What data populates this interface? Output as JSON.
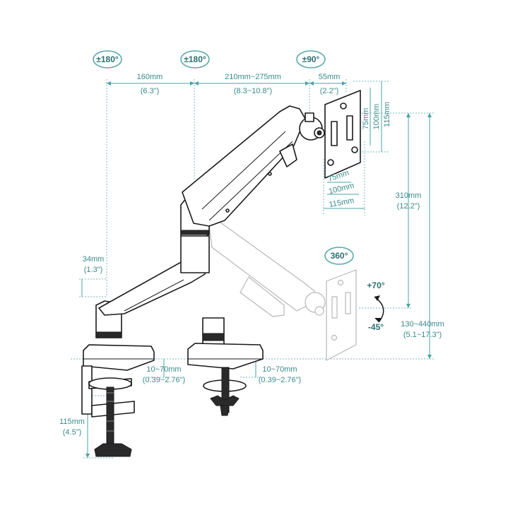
{
  "rotations": {
    "base": "±180°",
    "middle": "±180°",
    "head": "±90°",
    "screen": "360°"
  },
  "tilt": {
    "up": "+70°",
    "down": "-45°"
  },
  "dimensions": {
    "lower_arm_mm": "160mm",
    "lower_arm_in": "(6.3\")",
    "upper_arm_mm": "210mm~275mm",
    "upper_arm_in": "(8.3~10.8\")",
    "head_mm": "55mm",
    "head_in": "(2.2\")",
    "pole_offset_mm": "34mm",
    "pole_offset_in": "(1.3\")",
    "height_mm": "310mm",
    "height_in": "(12.2\")",
    "depth_mm": "130~440mm",
    "depth_in": "(5.1~17.3\")",
    "clamp_mm": "115mm",
    "clamp_in": "(4.5\")",
    "desk_clamp_mm": "10~70mm",
    "desk_clamp_in": "(0.39~2.76\")",
    "grommet_mm": "10~70mm",
    "grommet_in": "(0.39~2.76\")"
  },
  "vesa": {
    "v75": "75mm",
    "v100": "100mm",
    "v115": "115mm",
    "h75": "75mm",
    "h100": "100mm",
    "h115": "115mm"
  }
}
